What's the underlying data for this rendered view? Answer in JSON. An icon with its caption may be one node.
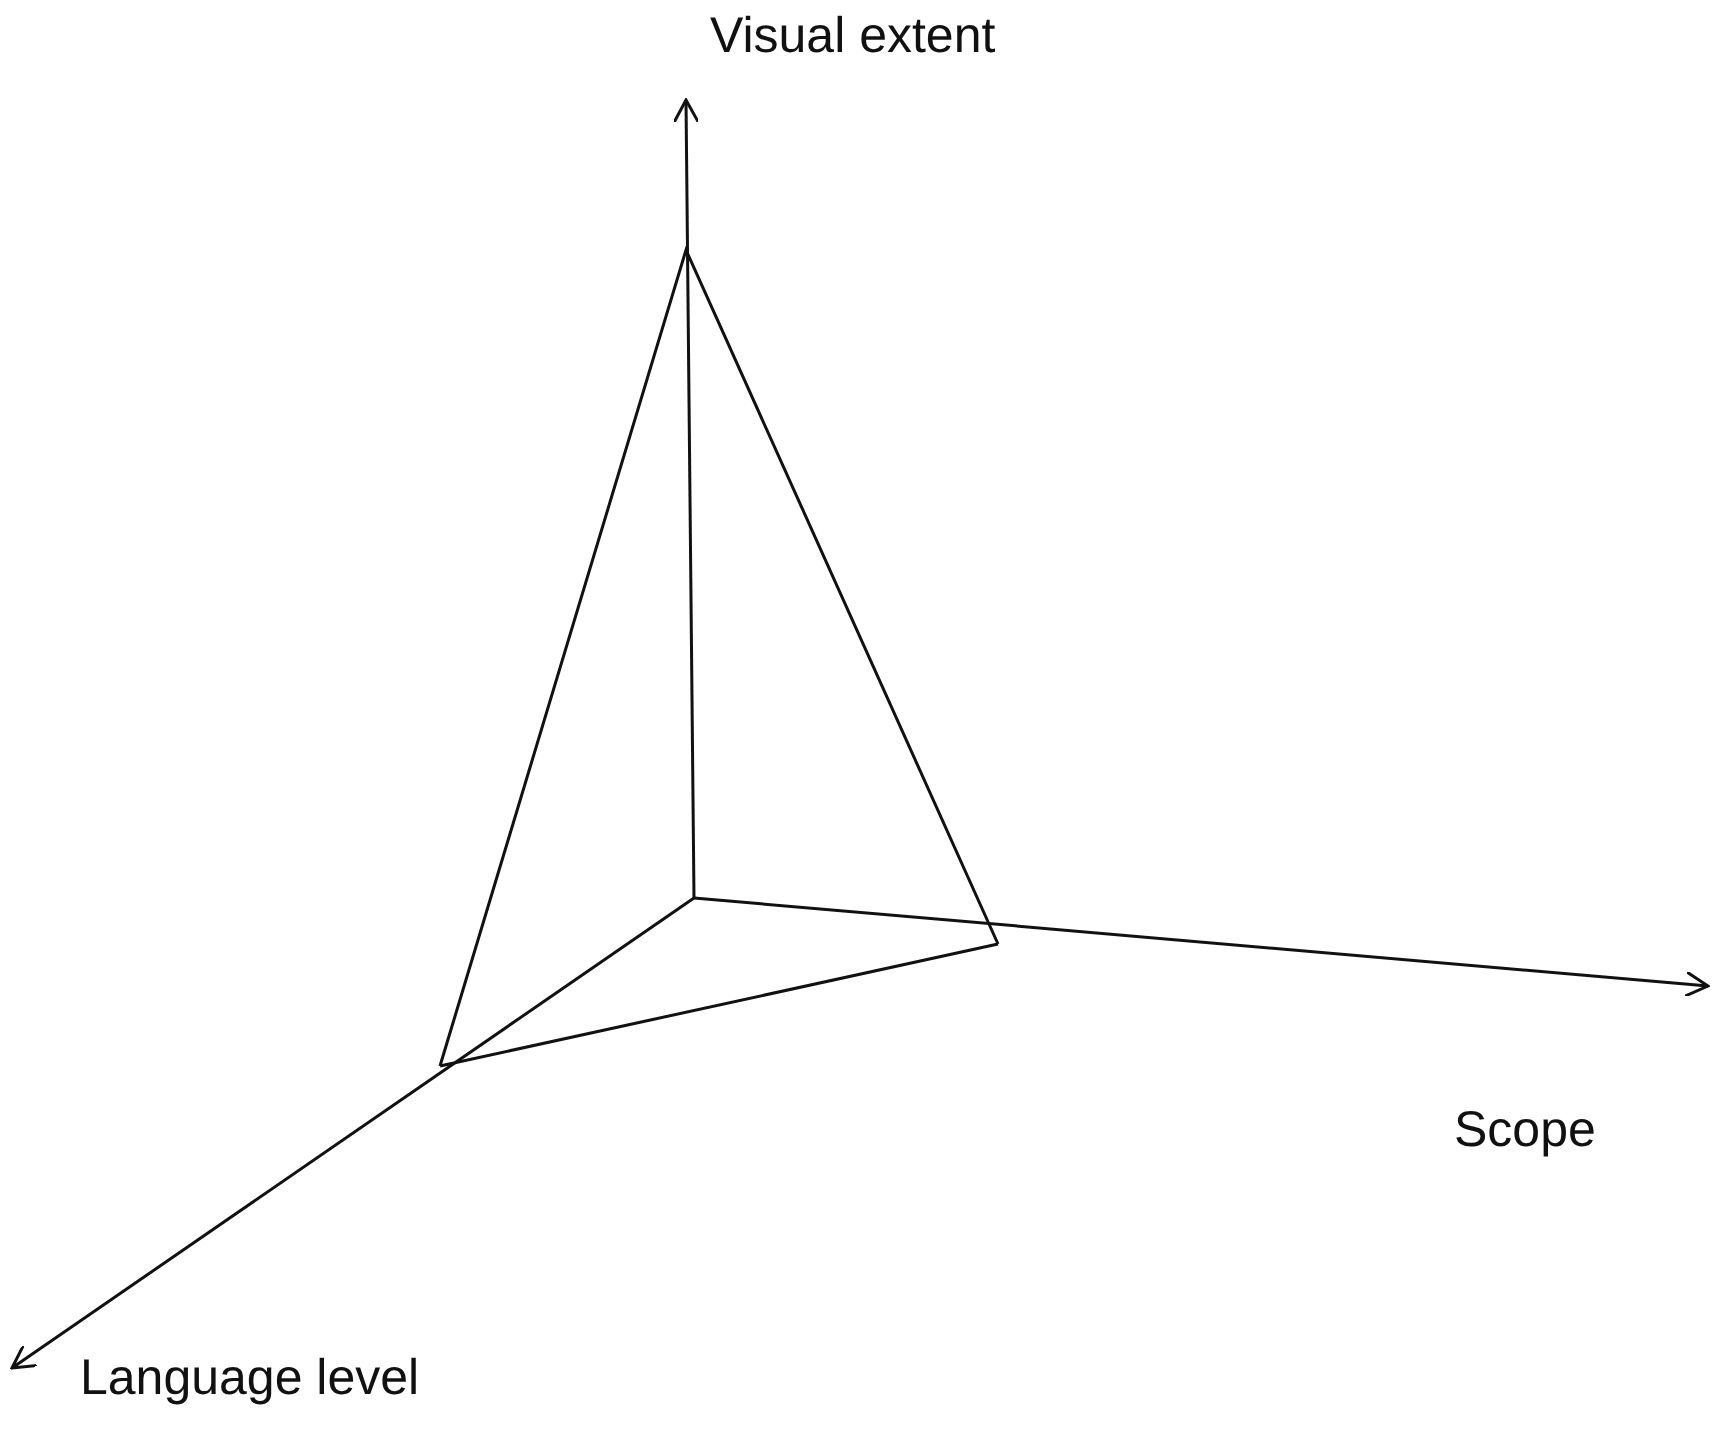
{
  "diagram": {
    "labels": [
      "Visual extent",
      "Scope",
      "Language level"
    ]
  }
}
